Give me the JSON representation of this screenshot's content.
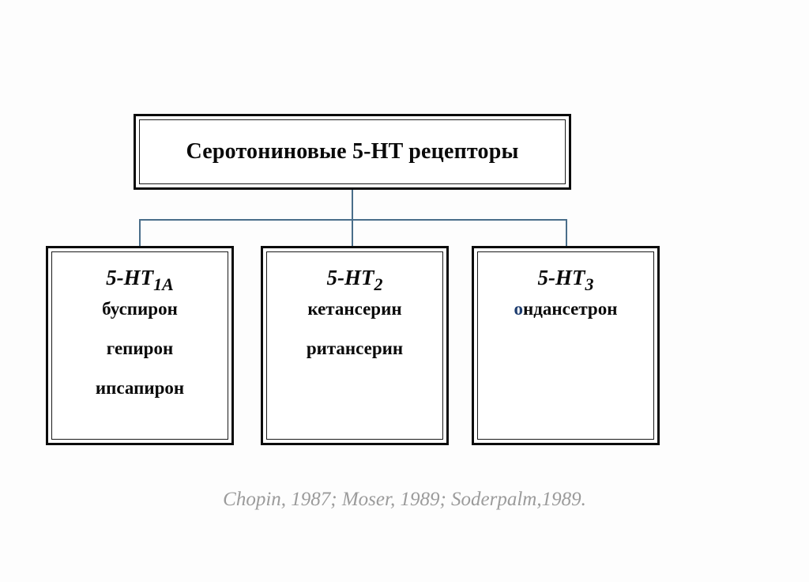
{
  "diagram": {
    "root": {
      "label": "Серотониновые 5-HT рецепторы"
    },
    "children": [
      {
        "title_base": "5-HT",
        "title_sub": "1A",
        "drugs": [
          {
            "text": "буспирон",
            "highlight_first": false
          },
          {
            "text": "гепирон",
            "highlight_first": false
          },
          {
            "text": "ипсапирон",
            "highlight_first": false
          }
        ]
      },
      {
        "title_base": "5-HT",
        "title_sub": "2",
        "drugs": [
          {
            "text": "кетансерин",
            "highlight_first": false
          },
          {
            "text": "ритансерин",
            "highlight_first": false
          }
        ]
      },
      {
        "title_base": "5-HT",
        "title_sub": "3",
        "drugs": [
          {
            "text": "ондансетрон",
            "highlight_first": true
          }
        ]
      }
    ],
    "caption": "Chopin, 1987; Moser, 1989; Soderpalm,1989.",
    "colors": {
      "connector": "#4a6e8a",
      "border": "#0b0b0b",
      "text": "#0a0a0a",
      "caption": "#9b9b9b",
      "highlight": "#1d3c6e",
      "background": "#fdfdfd"
    }
  },
  "drug_first_letters": {
    "ondansetron_initial": "о",
    "ondansetron_rest": "ндансетрон"
  }
}
